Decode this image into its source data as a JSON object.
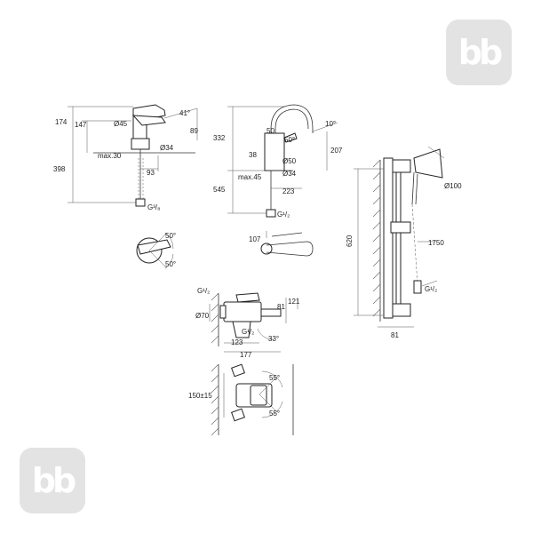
{
  "logo": {
    "text": "bb"
  },
  "basin_mixer": {
    "dims": {
      "h174": "174",
      "h147": "147",
      "h398": "398",
      "d45": "Ø45",
      "a41": "41°",
      "v89": "89",
      "d34": "Ø34",
      "max30": "max.30",
      "w93": "93",
      "g38": "G³/₈",
      "a50a": "50°",
      "a50b": "50°"
    }
  },
  "kitchen_mixer": {
    "dims": {
      "h332": "332",
      "h545": "545",
      "v207": "207",
      "a10": "10°",
      "v50a": "50",
      "a50": "50°",
      "v38": "38",
      "d50": "Ø50",
      "max45": "max.45",
      "d34": "Ø34",
      "w223": "223",
      "g12": "G¹/₂",
      "v107": "107"
    }
  },
  "shower_set": {
    "dims": {
      "d100": "Ø100",
      "h620": "620",
      "v1750": "1750",
      "g12": "G¹/₂",
      "w81": "81"
    }
  },
  "bath_mixer": {
    "dims": {
      "g12a": "G¹/₂",
      "v121": "121",
      "v81": "81",
      "d70": "Ø70",
      "g12b": "G¹/₂",
      "a33": "33°",
      "w123": "123",
      "w177": "177",
      "v150": "150±15",
      "a55a": "55°",
      "a55b": "55°"
    }
  }
}
